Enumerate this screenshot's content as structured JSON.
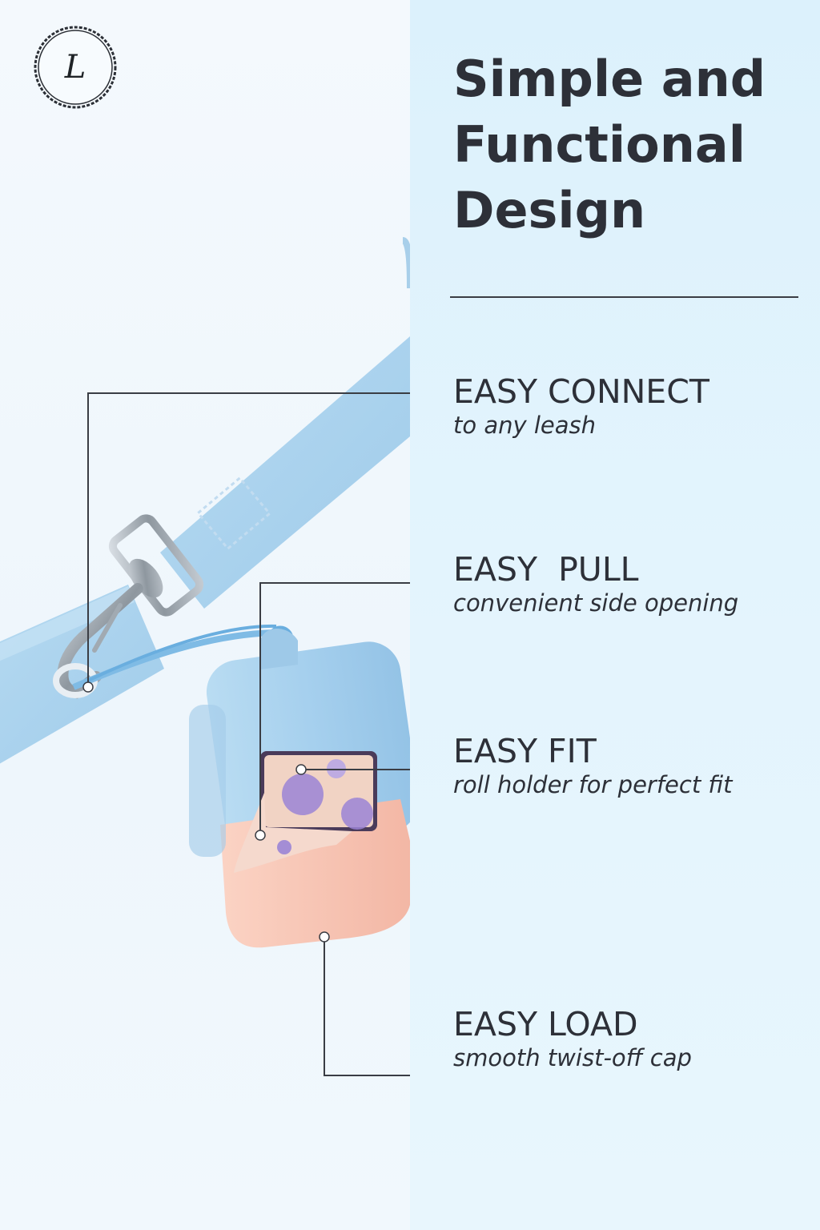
{
  "brand": {
    "logo_letter": "L",
    "logo_icon": "script-l-monogram"
  },
  "headline": {
    "lines": [
      "Simple and",
      "Functional",
      "Design"
    ]
  },
  "features": [
    {
      "title": "EASY CONNECT",
      "subtitle": "to any leash"
    },
    {
      "title": "EASY  PULL",
      "subtitle": "convenient side opening"
    },
    {
      "title": "EASY FIT",
      "subtitle": "roll holder for perfect fit"
    },
    {
      "title": "EASY LOAD",
      "subtitle": "smooth twist-off cap"
    }
  ],
  "colors": {
    "panel": "#e3f4fd",
    "text": "#2d3038",
    "leash": "#a9d2ee",
    "dispenser_body": "#abd3ee",
    "dispenser_cap": "#f6c2b1",
    "bag_print": "#9b84d6"
  }
}
